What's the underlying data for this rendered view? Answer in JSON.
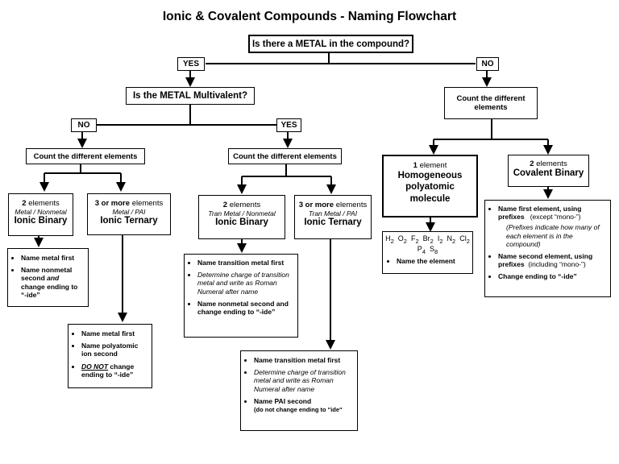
{
  "title": "Ionic & Covalent Compounds - Naming Flowchart",
  "q_metal": "Is there a METAL in the compound?",
  "yes": "YES",
  "no": "NO",
  "q_multivalent": "Is the METAL Multivalent?",
  "count_elements": "Count the different elements",
  "count_elements_nometal": "Count the different elements",
  "ionic_binary": {
    "num": "2",
    "elements": "elements",
    "sub": "Metal / Nonmetal",
    "name": "Ionic Binary",
    "steps": [
      "Name metal first",
      "Name nonmetal second ",
      "and",
      " change ending to “-ide”"
    ]
  },
  "ionic_ternary": {
    "num": "3 or more",
    "elements": "elements",
    "sub": "Metal / PAI",
    "name": "Ionic Ternary",
    "steps": [
      "Name metal first",
      "Name polyatomic ion second",
      "DO NOT",
      " change ending to “-ide”"
    ]
  },
  "tran_binary": {
    "num": "2",
    "elements": "elements",
    "sub": "Tran Metal / Nonmetal",
    "name": "Ionic Binary",
    "steps": [
      "Name transition metal first",
      "Determine charge of transition metal and write as Roman Numeral after name",
      "Name nonmetal second and change ending to “-ide”"
    ]
  },
  "tran_ternary": {
    "num": "3 or more",
    "elements": "elements",
    "sub": "Tran Metal / PAI",
    "name": "Ionic Ternary",
    "steps": [
      "Name transition metal first",
      "Determine charge of transition metal and write as Roman Numeral after name",
      "Name PAI second",
      "(do not change ending to \"ide\""
    ]
  },
  "homogeneous": {
    "num": "1",
    "elements": "element",
    "name": "Homogeneous polyatomic molecule",
    "formulas": [
      "H",
      "2",
      "O",
      "2",
      "F",
      "2",
      "Br",
      "2",
      "I",
      "2",
      "N",
      "2",
      "Cl",
      "2",
      "P",
      "4",
      "S",
      "8"
    ],
    "step": "Name the element"
  },
  "covalent_binary": {
    "num": "2",
    "elements": "elements",
    "name": "Covalent Binary",
    "step1": "Name first element, using prefixes",
    "step1_except": "(except “mono-”)",
    "step1_note": "(Prefixes indicate how many of each element is in the compound)",
    "step2": "Name second element, using prefixes",
    "step2_incl": "(including “mono-”)",
    "step3": "Change ending to “-ide”"
  }
}
